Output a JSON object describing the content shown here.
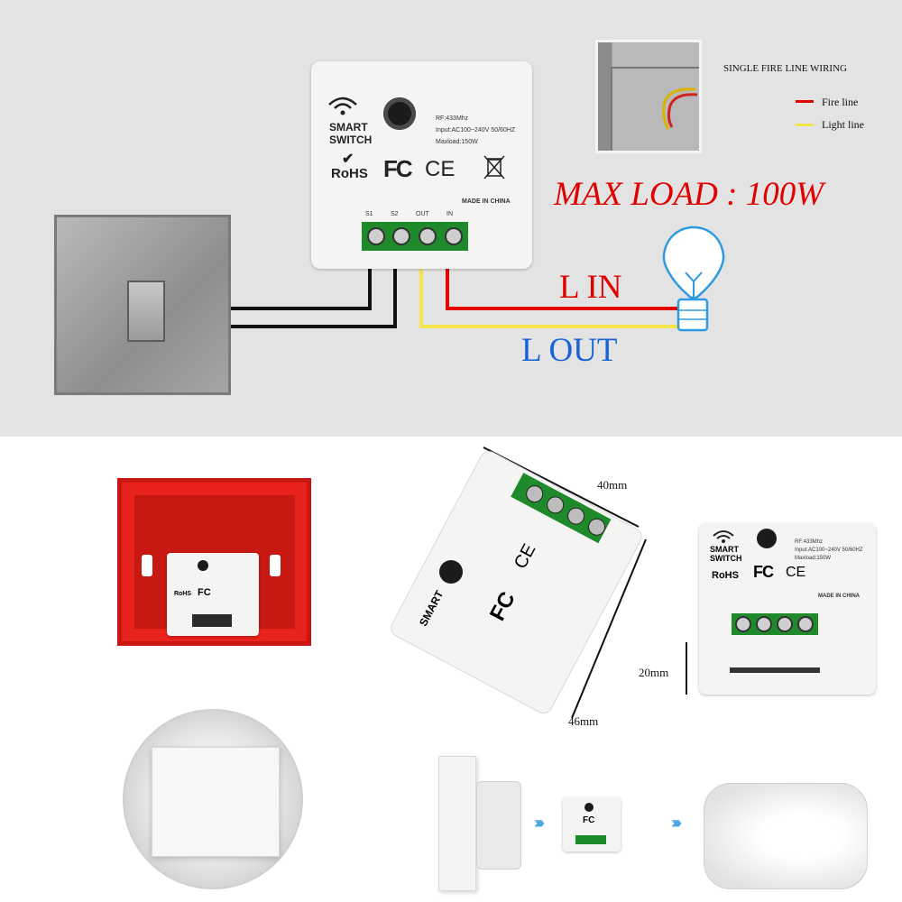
{
  "top": {
    "wiring_title": "SINGLE FIRE LINE WIRING",
    "legend": [
      {
        "label": "Fire line",
        "color": "#e00000"
      },
      {
        "label": "Light line",
        "color": "#f3e34c"
      }
    ],
    "max_load": "MAX LOAD : 100W",
    "l_in": "L IN",
    "l_out": "L OUT",
    "module": {
      "name_line1": "SMART",
      "name_line2": "SWITCH",
      "spec_rf": "RF:433Mhz",
      "spec_input": "Input:AC100~240V 50/60HZ",
      "spec_maxload": "Maxload:150W",
      "rohs": "RoHS",
      "fc": "FC",
      "ce": "CE",
      "made_in": "MADE IN CHINA",
      "terminals": [
        "S1",
        "S2",
        "OUT",
        "IN"
      ]
    }
  },
  "bottom": {
    "dim_width": "40mm",
    "dim_length": "46mm",
    "dim_height": "20mm"
  },
  "colors": {
    "fire": "#e00000",
    "light": "#f3e34c",
    "max_load_text": "#e00000",
    "l_in_text": "#e00000",
    "l_out_text": "#1a63d6",
    "box_red": "#e8221c",
    "terminal_green": "#1f8a2c"
  },
  "icons": [
    "wifi-icon",
    "rohs-check-icon",
    "weee-bin-icon",
    "bulb-icon",
    "arrow-icon"
  ]
}
